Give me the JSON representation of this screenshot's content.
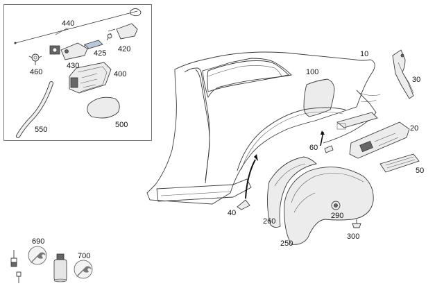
{
  "labels": {
    "p440": "440",
    "p460": "460",
    "p430": "430",
    "p425": "425",
    "p420": "420",
    "p400": "400",
    "p550": "550",
    "p500": "500",
    "p10": "10",
    "p100": "100",
    "p30": "30",
    "p20": "20",
    "p50": "50",
    "p60": "60",
    "p40": "40",
    "p260": "260",
    "p290": "290",
    "p300": "300",
    "p250": "250",
    "p690": "690",
    "p700": "700"
  }
}
